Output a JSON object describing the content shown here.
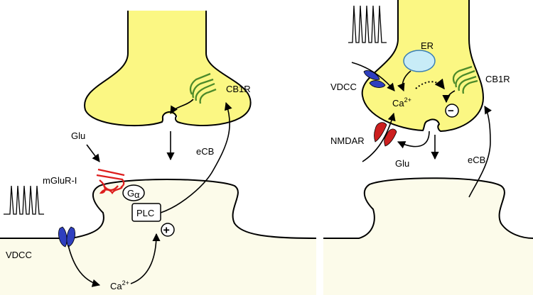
{
  "colors": {
    "presynaptic_fill": "#fbf783",
    "postsynaptic_fill": "#fcfbea",
    "vdcc": "#2f3fbf",
    "nmdar": "#cc1f1f",
    "mglur": "#dd1e1e",
    "cb1r": "#4c8a2a",
    "er_fill": "#c8ecf7",
    "er_stroke": "#3b7fb5"
  },
  "left_panel": {
    "cb1r": "CB1R",
    "glu": "Glu",
    "mglur": "mGluR-I",
    "galpha_g": "G",
    "galpha_alpha": "α",
    "plc": "PLC",
    "ecb": "eCB",
    "vdcc": "VDCC",
    "ca_base": "Ca",
    "ca_sup": "2+",
    "plus_sign": "+"
  },
  "right_panel": {
    "er": "ER",
    "vdcc": "VDCC",
    "cb1r": "CB1R",
    "ca_base": "Ca",
    "ca_sup": "2+",
    "minus_sign": "−",
    "nmdar": "NMDAR",
    "glu": "Glu",
    "ecb": "eCB"
  }
}
